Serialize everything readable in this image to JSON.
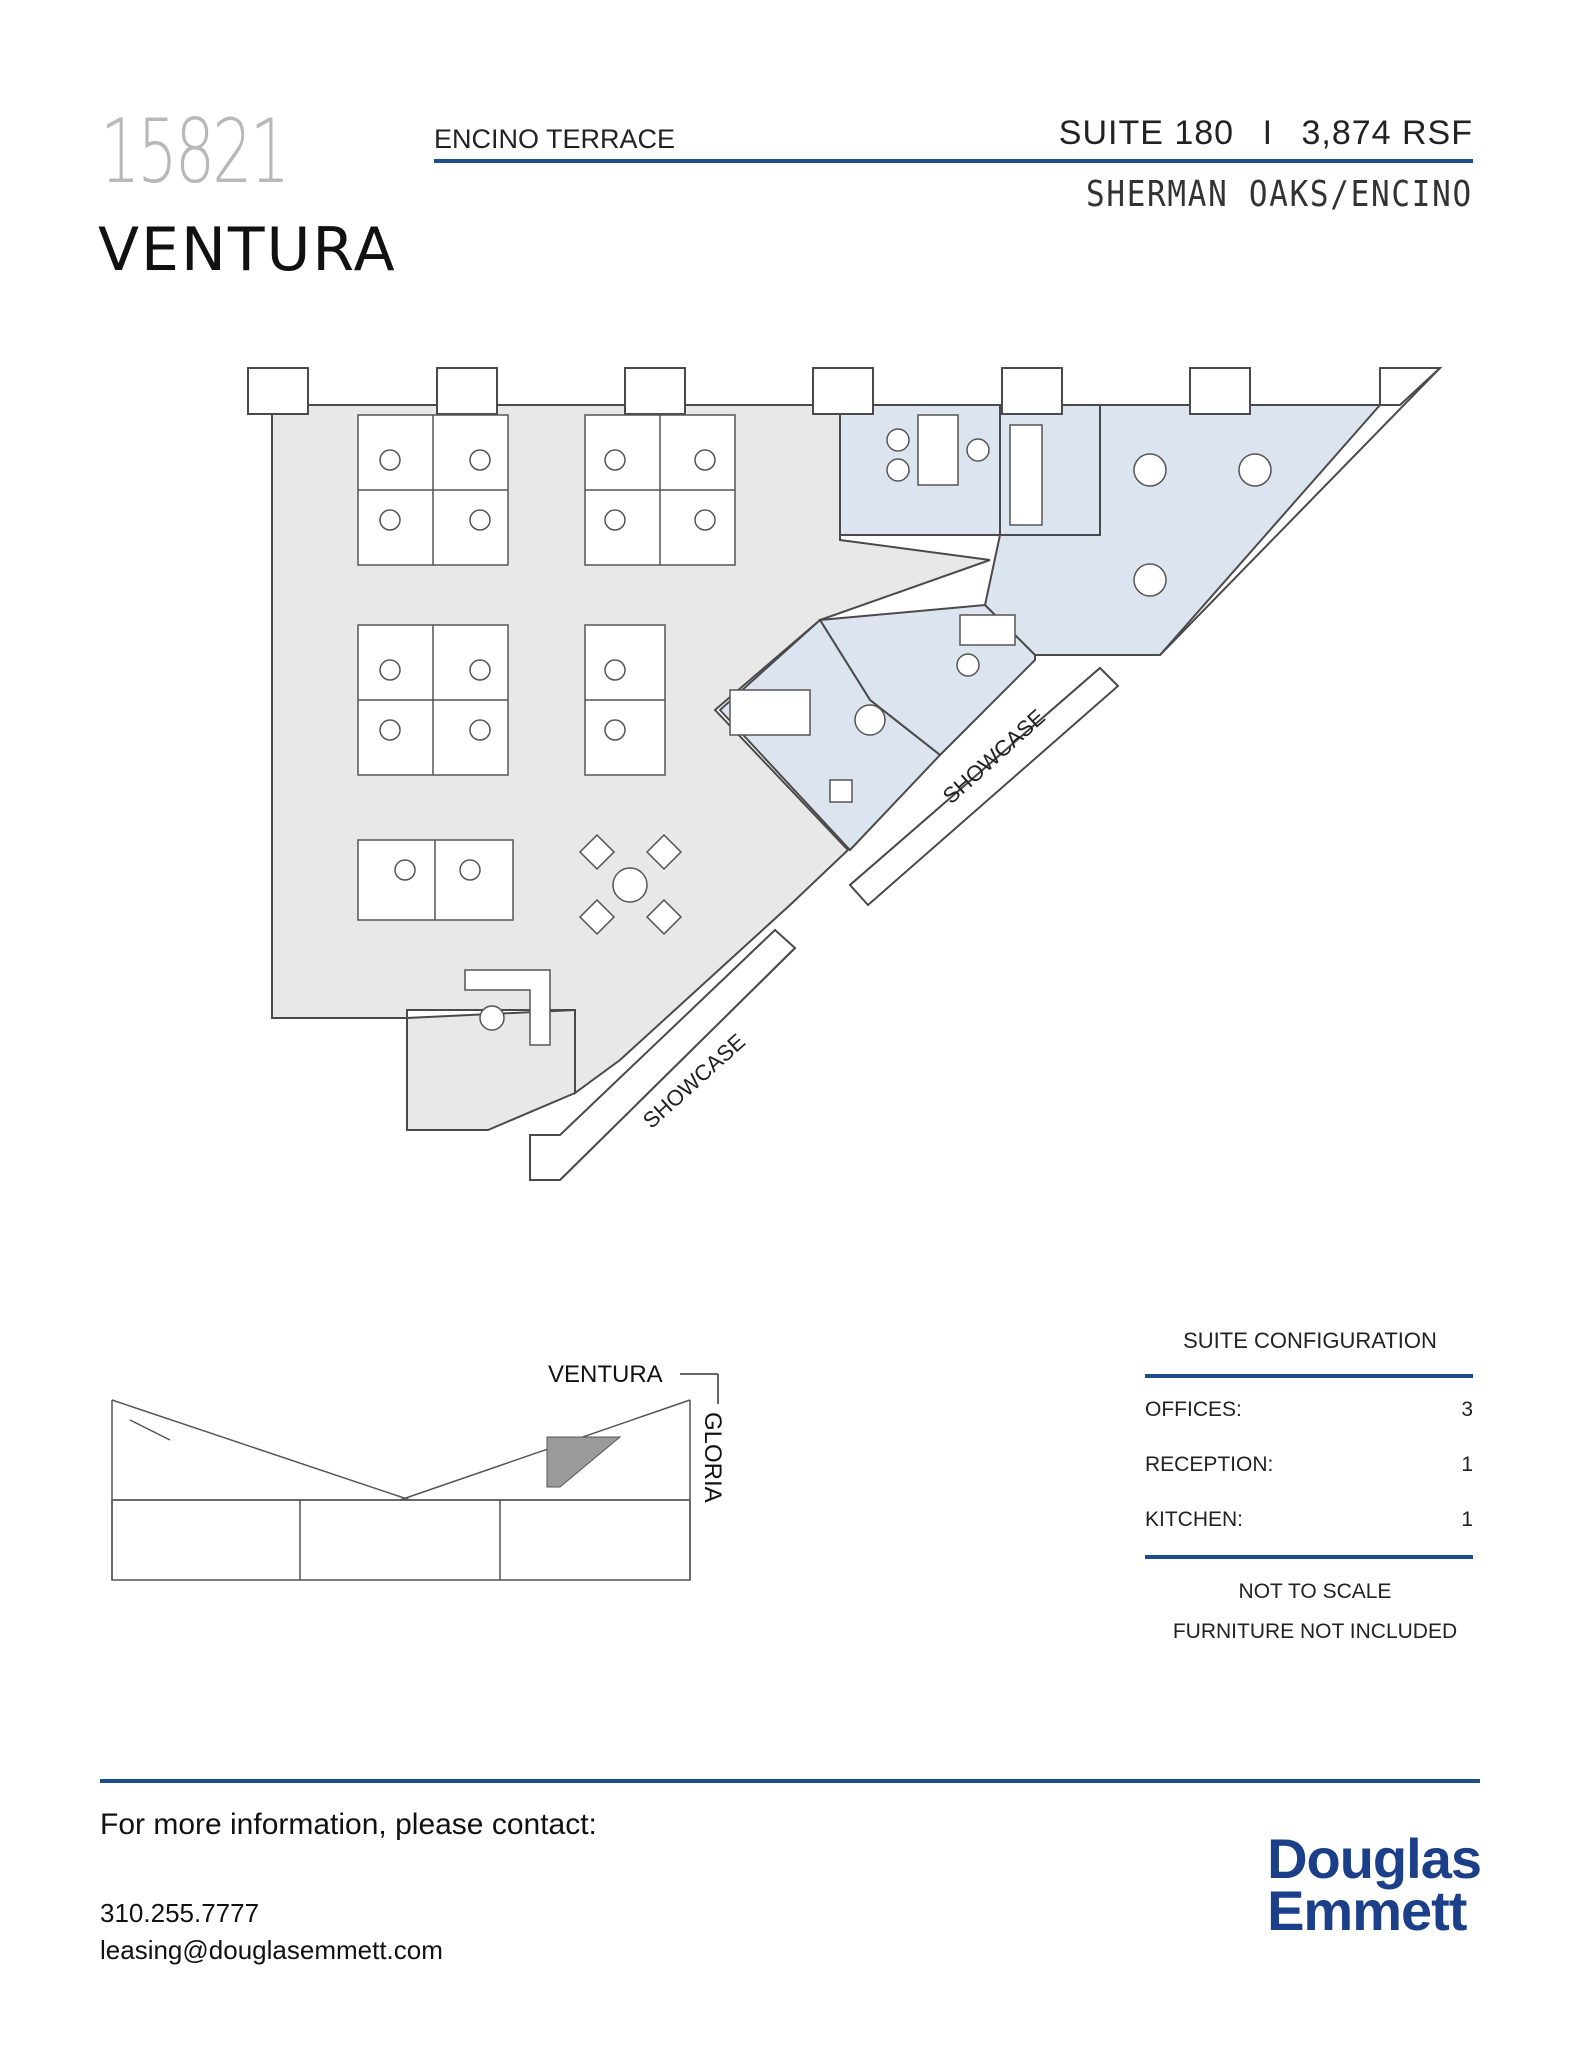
{
  "header": {
    "building_number": "15821",
    "street": "VENTURA",
    "project": "ENCINO TERRACE",
    "suite": "SUITE 180",
    "separator": "I",
    "rsf": "3,874 RSF",
    "submarket": "SHERMAN OAKS/ENCINO"
  },
  "floor_plan": {
    "showcase_label_1": "SHOWCASE",
    "showcase_label_2": "SHOWCASE",
    "colors": {
      "open_area": "#e8e8e8",
      "office": "#dbe4ef",
      "wall": "#4a4a4a"
    }
  },
  "key_plan": {
    "street_label": "VENTURA",
    "cross_street_label": "GLORIA"
  },
  "suite_configuration": {
    "title": "SUITE CONFIGURATION",
    "rows": [
      {
        "label": "OFFICES:",
        "value": "3"
      },
      {
        "label": "RECEPTION:",
        "value": "1"
      },
      {
        "label": "KITCHEN:",
        "value": "1"
      }
    ],
    "note_1": "NOT TO SCALE",
    "note_2": "FURNITURE NOT INCLUDED"
  },
  "contact": {
    "heading": "For more information, please contact:",
    "phone": "310.255.7777",
    "email": "leasing@douglasemmett.com"
  },
  "logo": {
    "line_1": "Douglas",
    "line_2": "Emmett",
    "color": "#1c3f8a"
  },
  "accent_color": "#1d4e89"
}
